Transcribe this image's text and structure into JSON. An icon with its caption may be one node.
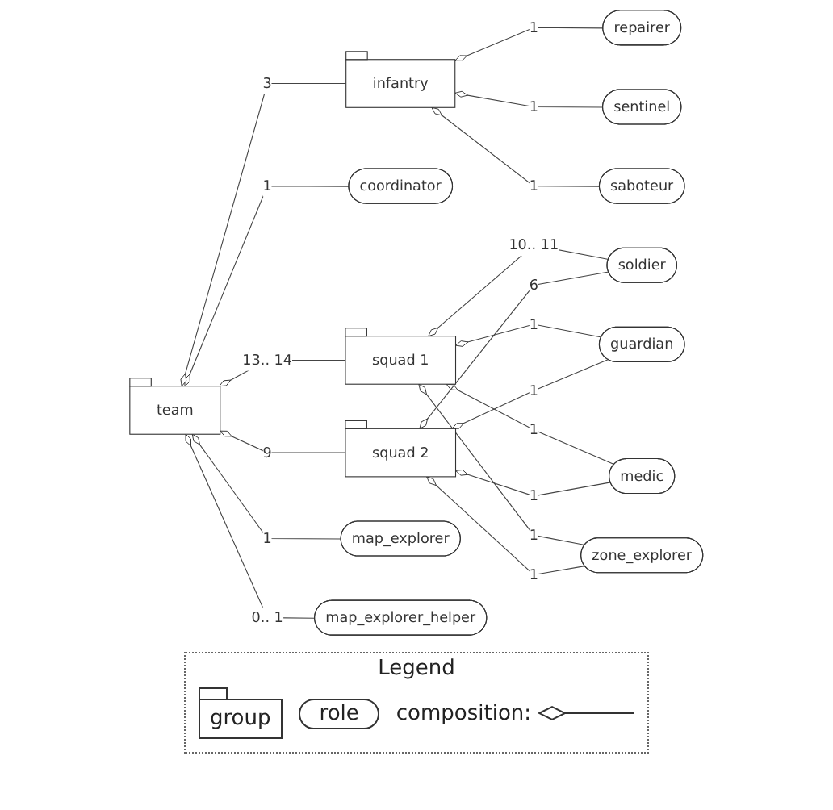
{
  "diagram": {
    "nodes": [
      {
        "text": [
          "infantry"
        ]
      },
      {
        "text": [
          "repairer"
        ]
      },
      {
        "text": [
          "sentinel"
        ]
      },
      {
        "text": [
          "saboteur"
        ]
      },
      {
        "text": [
          "coordinator"
        ]
      },
      {
        "text": [
          "squad 1"
        ]
      },
      {
        "text": [
          "team"
        ]
      },
      {
        "text": [
          "soldier"
        ]
      },
      {
        "text": [
          "guardian"
        ]
      },
      {
        "text": [
          "squad 2"
        ]
      },
      {
        "text": [
          "medic"
        ]
      },
      {
        "text": [
          "map_explorer"
        ]
      },
      {
        "text": [
          "map_explorer_helper"
        ]
      },
      {
        "text": [
          "zone_explorer"
        ]
      }
    ],
    "edges": [
      {
        "from": 6,
        "to": 4,
        "arrow": "other",
        "label": "1"
      },
      {
        "from": 6,
        "to": 0,
        "arrow": "other",
        "label": "3"
      },
      {
        "from": 6,
        "to": 5,
        "arrow": "other",
        "label": "13.. 14"
      },
      {
        "from": 6,
        "to": 9,
        "arrow": "other",
        "label": "9"
      },
      {
        "from": 6,
        "to": 11,
        "arrow": "other",
        "label": "1"
      },
      {
        "from": 6,
        "to": 12,
        "arrow": "other",
        "label": "0.. 1"
      },
      {
        "from": 0,
        "to": 1,
        "arrow": "other",
        "label": "1"
      },
      {
        "from": 0,
        "to": 2,
        "arrow": "other",
        "label": "1"
      },
      {
        "from": 0,
        "to": 3,
        "arrow": "other",
        "label": "1"
      },
      {
        "from": 5,
        "to": 7,
        "arrow": "other",
        "label": "10.. 11"
      },
      {
        "from": 5,
        "to": 8,
        "arrow": "other",
        "label": "1"
      },
      {
        "from": 5,
        "to": 10,
        "arrow": "other",
        "label": "1"
      },
      {
        "from": 5,
        "to": 13,
        "arrow": "other",
        "label": "1"
      },
      {
        "from": 9,
        "to": 7,
        "arrow": "other",
        "label": "6"
      },
      {
        "from": 9,
        "to": 8,
        "arrow": "other",
        "label": "1"
      },
      {
        "from": 9,
        "to": 10,
        "arrow": "other",
        "label": "1"
      },
      {
        "from": 9,
        "to": 13,
        "arrow": "other",
        "label": "1"
      }
    ],
    "labels": [
      "Legend"
    ],
    "legend": [
      {
        "text": "group"
      },
      {
        "text": "role"
      },
      {
        "text": "composition:"
      }
    ]
  }
}
